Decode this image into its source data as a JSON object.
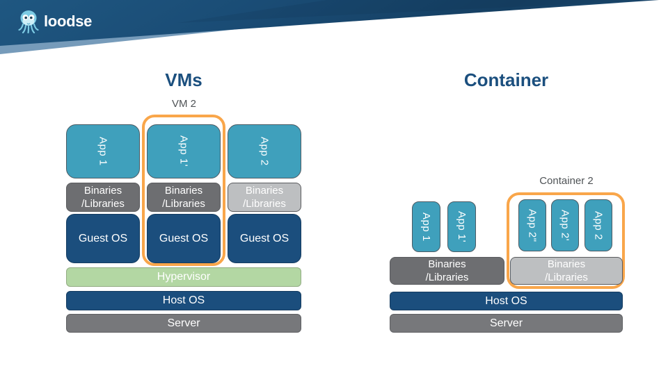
{
  "brand": {
    "name": "loodse"
  },
  "colors": {
    "header_navy": "#1a4c75",
    "title_navy": "#1b4f7e",
    "teal": "#3fa0bc",
    "navy_box": "#1b4e7d",
    "dark_gray": "#6d6e71",
    "light_gray": "#bdbfc1",
    "server_gray": "#77787b",
    "hypervisor_green": "#b3d7a3",
    "callout_orange": "#f9a64a",
    "label_gray": "#4f5356"
  },
  "vm_diagram": {
    "title": "VMs",
    "callout_label": "VM 2",
    "columns": [
      {
        "app": "App 1",
        "binaries": "Binaries\n/Libraries",
        "os": "Guest OS"
      },
      {
        "app": "App 1'",
        "binaries": "Binaries\n/Libraries",
        "os": "Guest OS"
      },
      {
        "app": "App 2",
        "binaries": "Binaries\n/Libraries",
        "os": "Guest OS"
      }
    ],
    "layers": {
      "hypervisor": "Hypervisor",
      "host_os": "Host OS",
      "server": "Server"
    }
  },
  "container_diagram": {
    "title": "Container",
    "callout_label": "Container 2",
    "group1": {
      "apps": [
        "App 1",
        "App 1'"
      ],
      "binaries": "Binaries\n/Libraries"
    },
    "group2": {
      "apps": [
        "App 2\"",
        "App 2'",
        "App 2"
      ],
      "binaries": "Binaries\n/Libraries"
    },
    "layers": {
      "host_os": "Host OS",
      "server": "Server"
    }
  }
}
